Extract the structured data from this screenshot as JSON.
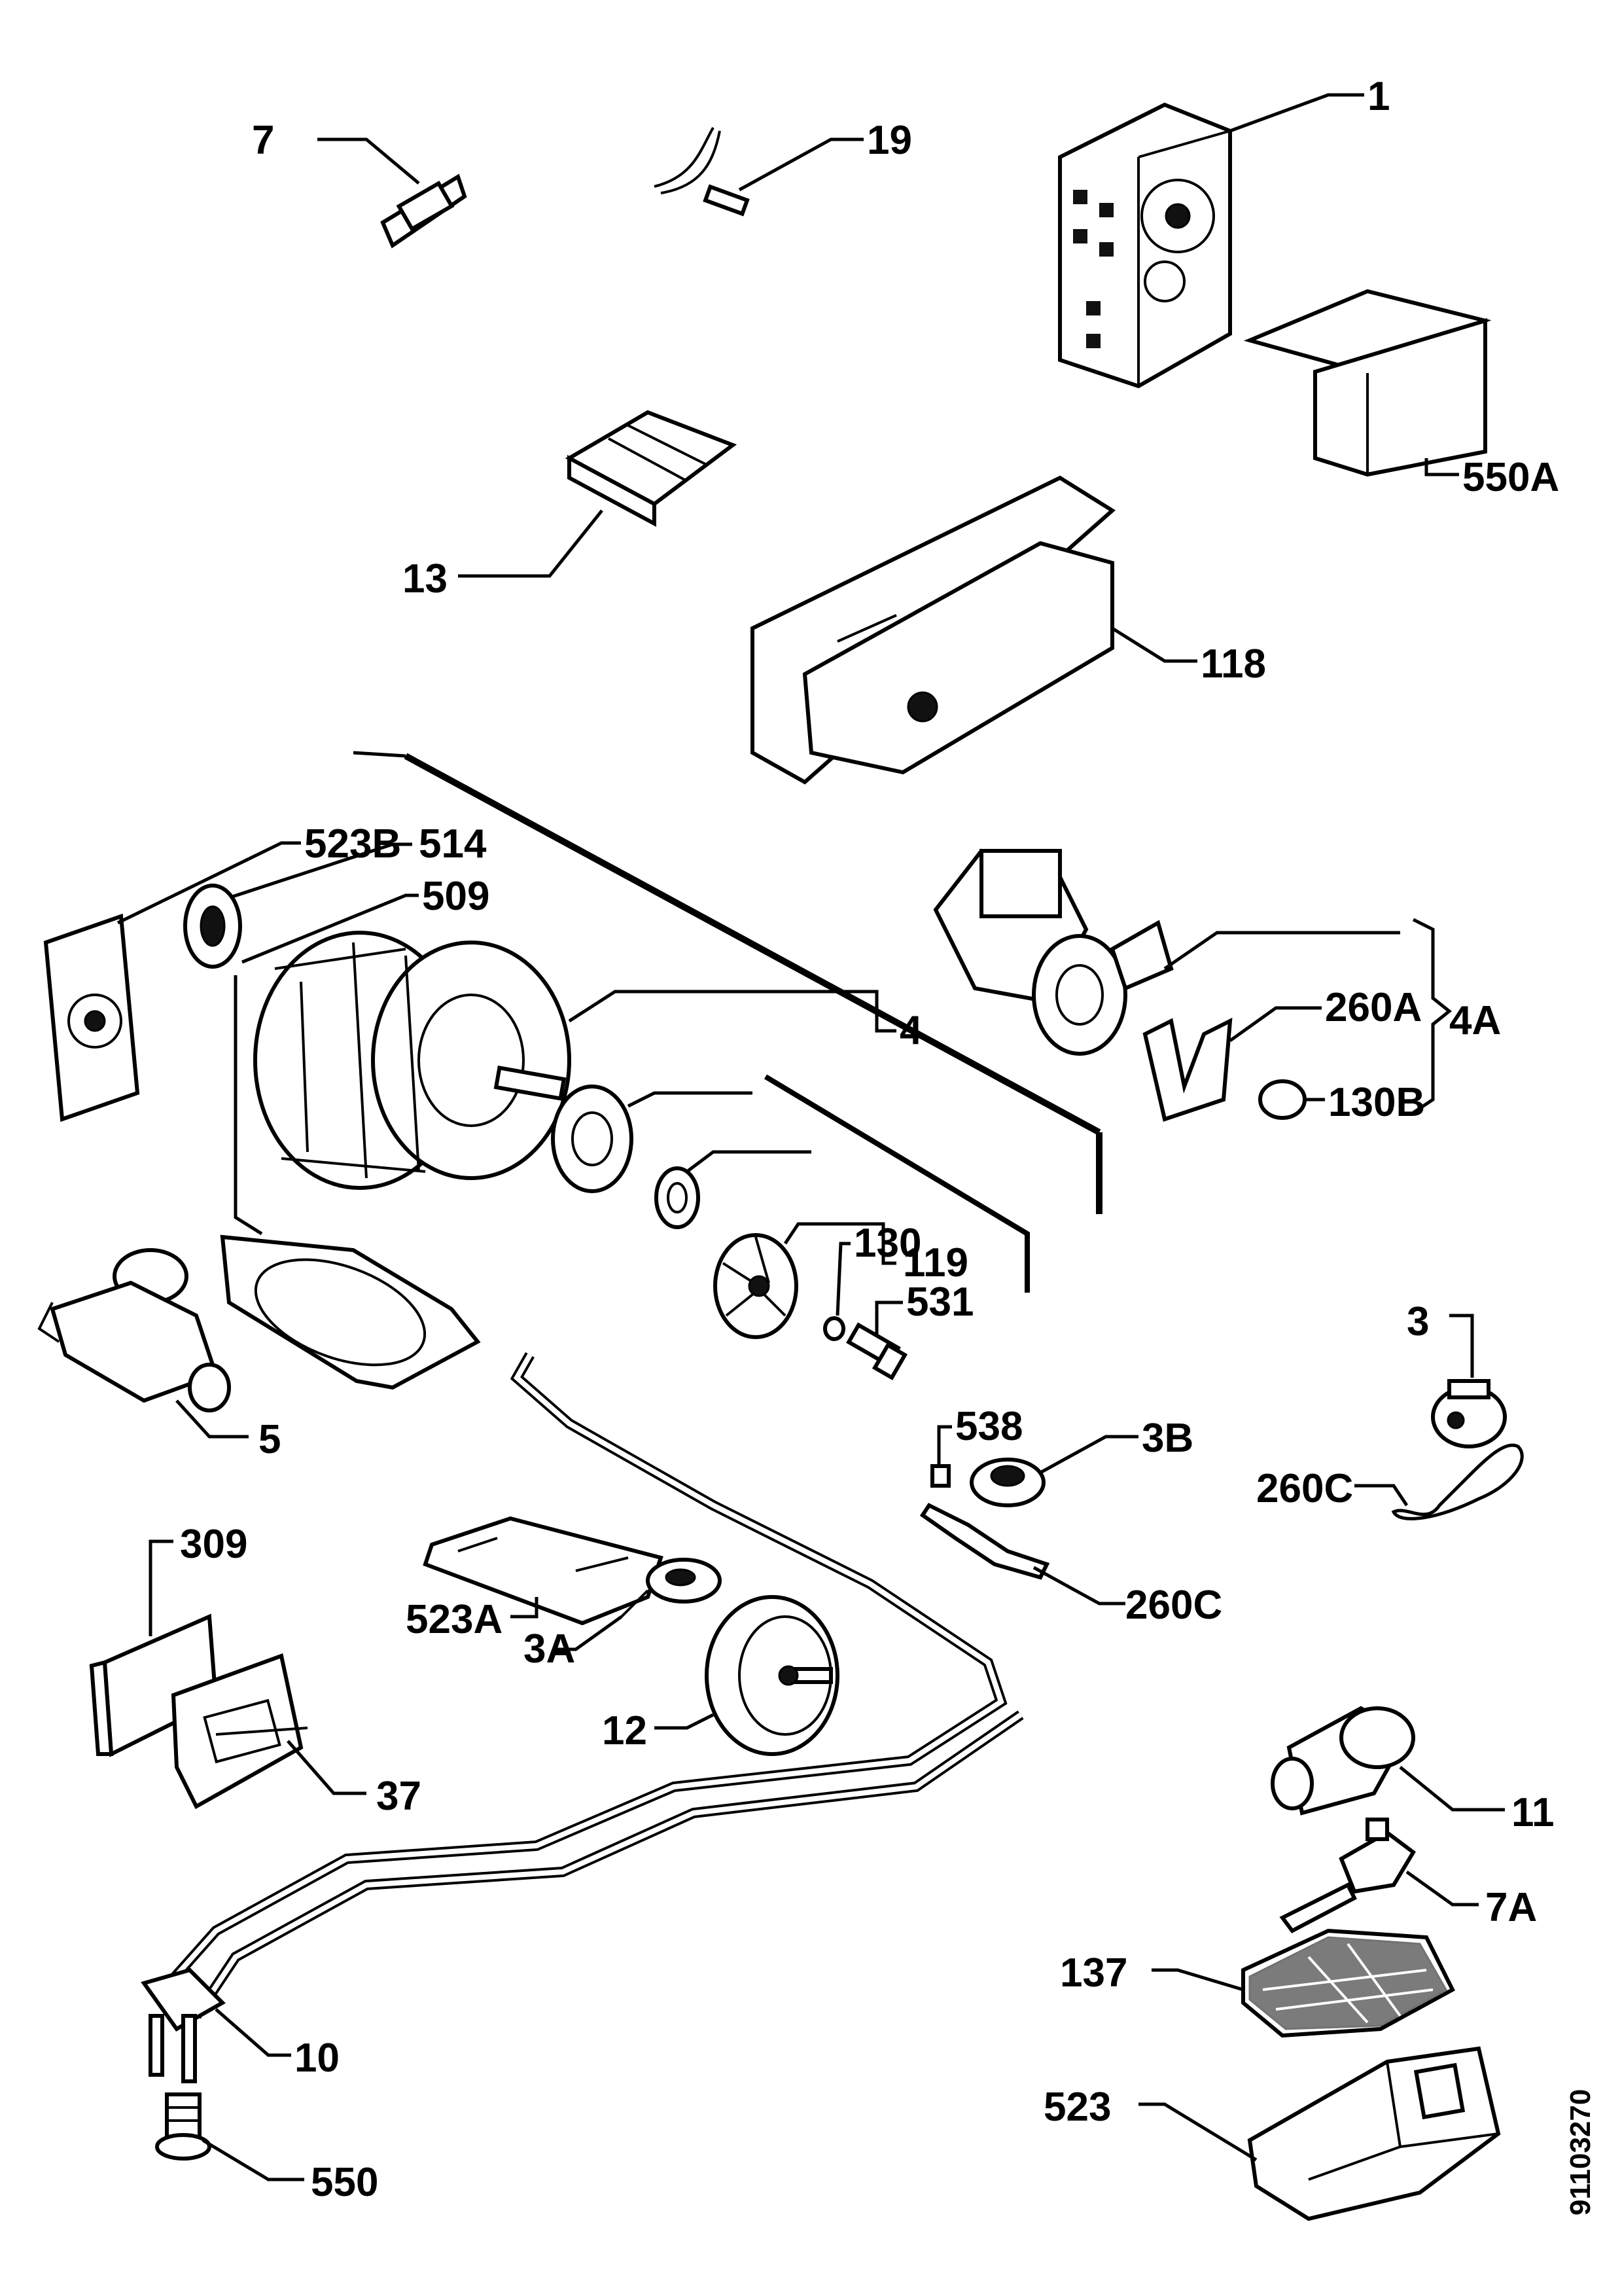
{
  "document_code": "91103270",
  "labels": {
    "p1": "1",
    "p7": "7",
    "p19": "19",
    "p550A": "550A",
    "p13": "13",
    "p118": "118",
    "p523B": "523B",
    "p514": "514",
    "p509": "509",
    "p4": "4",
    "p260A": "260A",
    "p4A": "4A",
    "p130B": "130B",
    "p119": "119",
    "p130": "130",
    "p531": "531",
    "p3": "3",
    "p5": "5",
    "p538": "538",
    "p3B": "3B",
    "p260C_a": "260C",
    "p260C_b": "260C",
    "p309": "309",
    "p523A": "523A",
    "p3A": "3A",
    "p12": "12",
    "p37": "37",
    "p11": "11",
    "p7A": "7A",
    "p137": "137",
    "p10": "10",
    "p523": "523",
    "p550": "550"
  }
}
